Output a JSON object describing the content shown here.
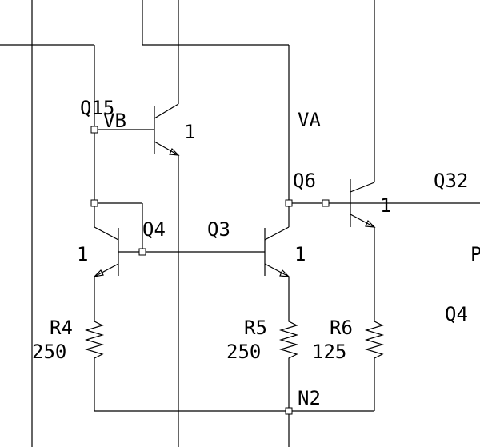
{
  "labels": {
    "q15": "Q15",
    "vb": "VB",
    "va": "VA",
    "q6": "Q6",
    "q32": "Q32",
    "q4": "Q4",
    "q3": "Q3",
    "q4_right": "Q4",
    "p_partial": "P",
    "n2": "N2",
    "r4": "R4",
    "r5": "R5",
    "r6": "R6",
    "r4_value": "250",
    "r5_value": "250",
    "r6_value": "125",
    "q15_mult": "1",
    "q6_mult": "1",
    "q4_mult": "1",
    "q3_mult": "1"
  },
  "colors": {
    "line": "#000000",
    "background": "#ffffff"
  }
}
